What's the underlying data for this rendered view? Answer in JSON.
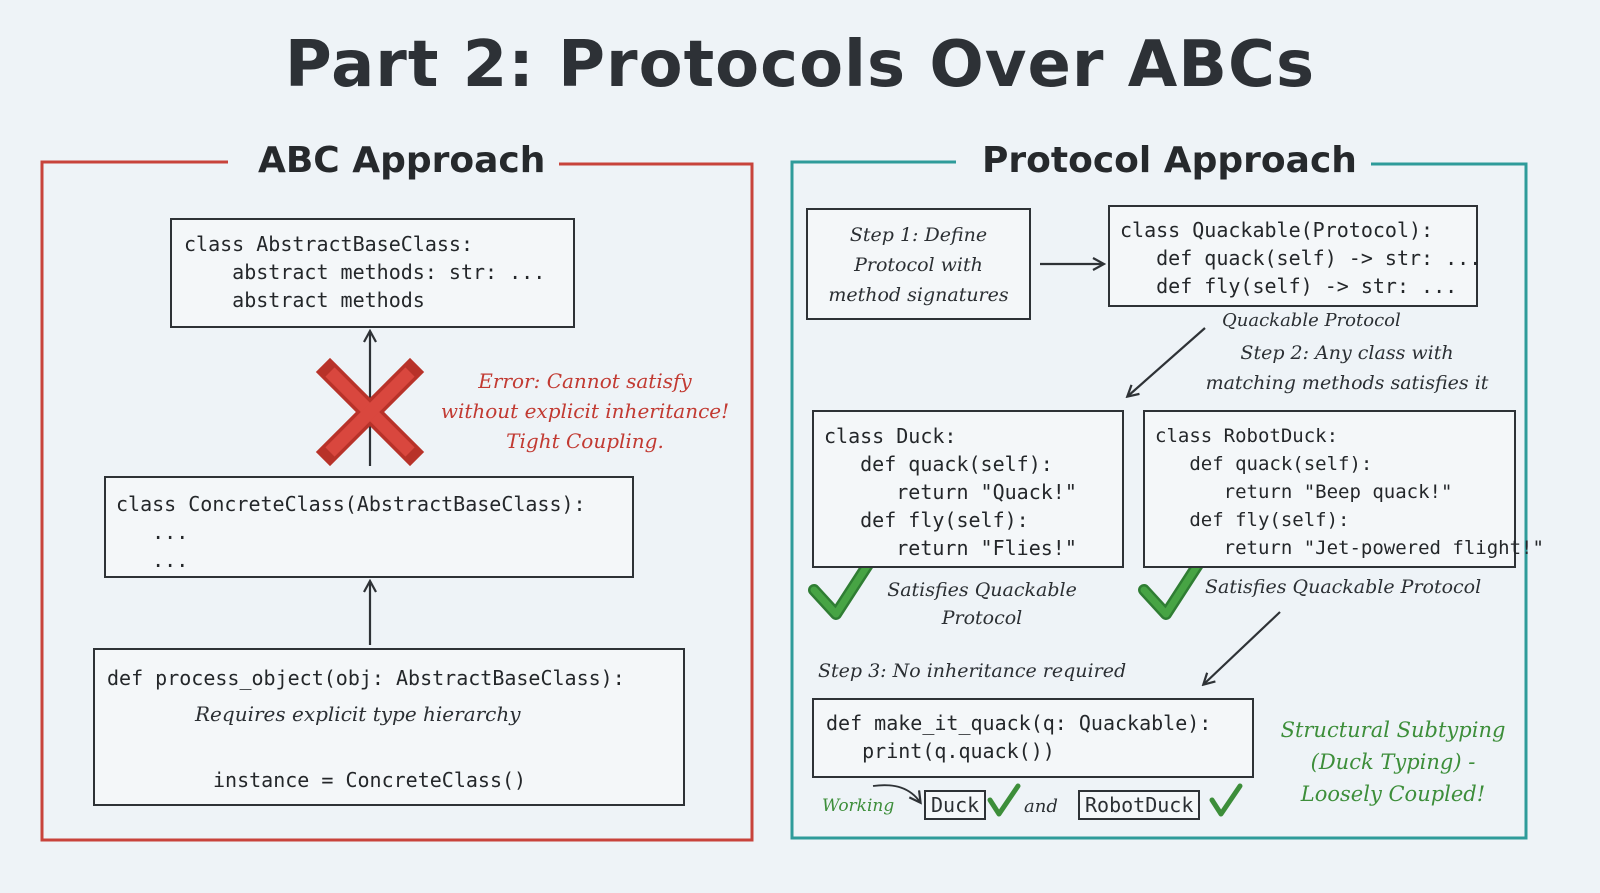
{
  "title": "Part 2: Protocols Over ABCs",
  "abc": {
    "heading": "ABC Approach",
    "abstract_code": "class AbstractBaseClass:\n    abstract methods: str: ...\n    abstract methods",
    "error_lines": [
      "Error: Cannot satisfy",
      "without explicit inheritance!",
      "Tight Coupling."
    ],
    "concrete_code": "class ConcreteClass(AbstractBaseClass):\n   ...\n   ...",
    "process_code": "def process_object(obj: AbstractBaseClass):",
    "process_note": "Requires explicit type hierarchy",
    "process_instance": "instance = ConcreteClass()"
  },
  "protocol": {
    "heading": "Protocol Approach",
    "step1_lines": [
      "Step 1: Define",
      "Protocol with",
      "method signatures"
    ],
    "quackable_code": "class Quackable(Protocol):\n   def quack(self) -> str: ...\n   def fly(self) -> str: ...",
    "quackable_caption": "Quackable Protocol",
    "step2_lines": [
      "Step 2: Any class with",
      "matching methods satisfies it"
    ],
    "duck_code": "class Duck:\n   def quack(self):\n      return \"Quack!\"\n   def fly(self):\n      return \"Flies!\"",
    "robot_code": "class RobotDuck:\n   def quack(self):\n      return \"Beep quack!\"\n   def fly(self):\n      return \"Jet-powered flight!\"",
    "duck_check_lines": [
      "Satisfies Quackable",
      "Protocol"
    ],
    "robot_check": "Satisfies Quackable Protocol",
    "step3": "Step 3: No inheritance required",
    "make_code": "def make_it_quack(q: Quackable):\n   print(q.quack())",
    "working": "Working",
    "duck_tag": "Duck",
    "and": "and",
    "robot_tag": "RobotDuck",
    "structural_lines": [
      "Structural Subtyping",
      "(Duck Typing) -",
      "Loosely Coupled!"
    ]
  },
  "colors": {
    "background": "#eef3f7",
    "abc_frame": "#c8433b",
    "protocol_frame": "#2e9b9a",
    "error": "#c23a32",
    "success": "#3d8e3a",
    "ink": "#2b2f33"
  },
  "icons": [
    "cross-icon",
    "checkmark-icon"
  ]
}
